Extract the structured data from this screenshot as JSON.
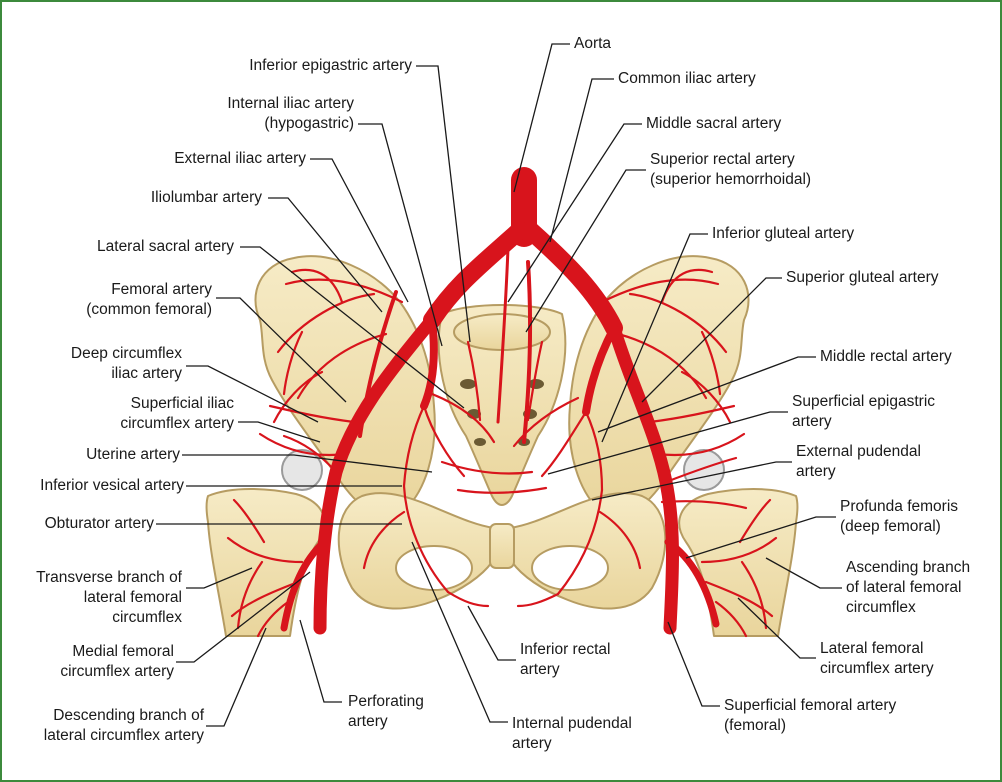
{
  "diagram": {
    "labels": {
      "aorta": "Aorta",
      "common_iliac": "Common iliac artery",
      "middle_sacral": "Middle sacral artery",
      "superior_rectal_1": "Superior rectal artery",
      "superior_rectal_2": "(superior hemorrhoidal)",
      "inferior_gluteal": "Inferior gluteal artery",
      "superior_gluteal": "Superior gluteal artery",
      "middle_rectal": "Middle rectal artery",
      "superficial_epigastric_1": "Superficial epigastric",
      "superficial_epigastric_2": "artery",
      "external_pudendal_1": "External pudendal",
      "external_pudendal_2": "artery",
      "profunda_femoris_1": "Profunda femoris",
      "profunda_femoris_2": "(deep femoral)",
      "ascending_branch_1": "Ascending branch",
      "ascending_branch_2": "of lateral femoral",
      "ascending_branch_3": "circumflex",
      "lateral_femoral_circumflex_1": "Lateral femoral",
      "lateral_femoral_circumflex_2": "circumflex artery",
      "superficial_femoral_1": "Superficial femoral artery",
      "superficial_femoral_2": "(femoral)",
      "internal_pudendal_1": "Internal pudendal",
      "internal_pudendal_2": "artery",
      "inferior_rectal_1": "Inferior rectal",
      "inferior_rectal_2": "artery",
      "perforating_1": "Perforating",
      "perforating_2": "artery",
      "descending_branch_1": "Descending branch of",
      "descending_branch_2": "lateral circumflex artery",
      "medial_femoral_circumflex_1": "Medial femoral",
      "medial_femoral_circumflex_2": "circumflex artery",
      "transverse_branch_1": "Transverse branch of",
      "transverse_branch_2": "lateral femoral",
      "transverse_branch_3": "circumflex",
      "obturator": "Obturator artery",
      "inferior_vesical": "Inferior vesical artery",
      "uterine": "Uterine artery",
      "superficial_iliac_circumflex_1": "Superficial iliac",
      "superficial_iliac_circumflex_2": "circumflex artery",
      "deep_circumflex_iliac_1": "Deep circumflex",
      "deep_circumflex_iliac_2": "iliac artery",
      "femoral_common_1": "Femoral artery",
      "femoral_common_2": "(common femoral)",
      "lateral_sacral": "Lateral sacral artery",
      "iliolumbar": "Iliolumbar artery",
      "external_iliac": "External iliac artery",
      "internal_iliac_1": "Internal iliac artery",
      "internal_iliac_2": "(hypogastric)",
      "inferior_epigastric": "Inferior epigastric artery"
    },
    "colors": {
      "border": "#3c8a3c",
      "bone": "#f2e3b3",
      "bone_outline": "#b69c62",
      "artery": "#d8141c",
      "artery_dark": "#a50d14",
      "leader_line": "#1a1a1a"
    }
  }
}
